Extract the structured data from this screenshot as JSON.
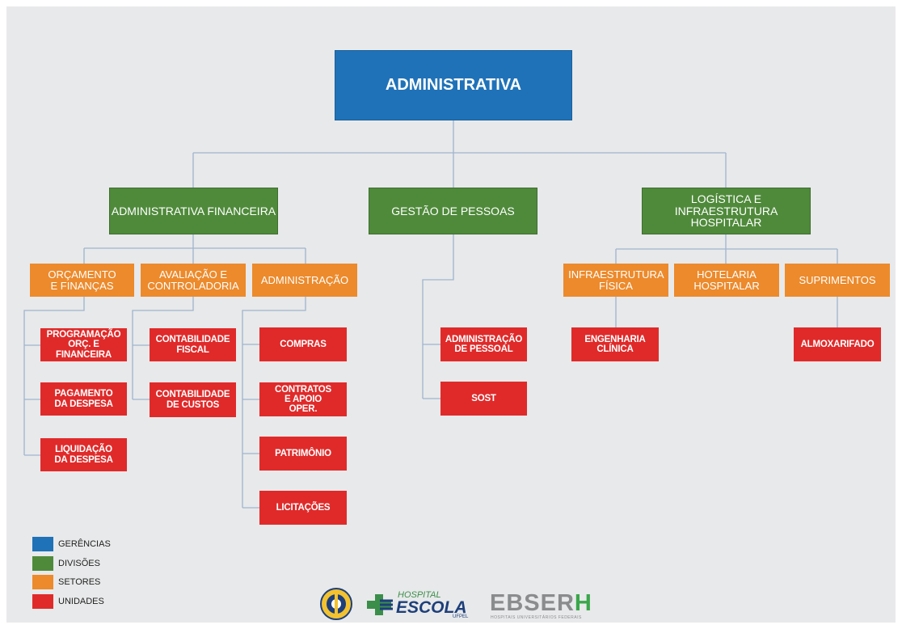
{
  "chart": {
    "root": "ADMINISTRATIVA",
    "divisions": {
      "financeira": "ADMINISTRATIVA FINANCEIRA",
      "pessoas": "GESTÃO DE PESSOAS",
      "logistica": "LOGÍSTICA E INFRAESTRUTURA HOSPITALAR"
    },
    "sectors": {
      "orcamento": "ORÇAMENTO E FINANÇAS",
      "avaliacao": "AVALIAÇÃO E CONTROLADORIA",
      "administracao": "ADMINISTRAÇÃO",
      "infraestrutura": "INFRAESTRUTURA FÍSICA",
      "hotelaria": "HOTELARIA HOSPITALAR",
      "suprimentos": "SUPRIMENTOS"
    },
    "units": {
      "programacao": "PROGRAMAÇÃO ORÇ. E FINANCEIRA",
      "pagamento": "PAGAMENTO DA DESPESA",
      "liquidacao": "LIQUIDAÇÃO DA DESPESA",
      "contabilidade_fiscal": "CONTABILIDADE FISCAL",
      "contabilidade_custos": "CONTABILIDADE DE CUSTOS",
      "compras": "COMPRAS",
      "contratos": "CONTRATOS E APOIO OPER.",
      "patrimonio": "PATRIMÔNIO",
      "licitacoes": "LICITAÇÕES",
      "adm_pessoal": "ADMINISTRAÇÃO DE PESSOAL",
      "sost": "SOST",
      "engenharia": "ENGENHARIA CLÍNICA",
      "almoxarifado": "ALMOXARIFADO"
    }
  },
  "legend": [
    {
      "label": "GERÊNCIAS",
      "color": "#1f72b8"
    },
    {
      "label": "DIVISÕES",
      "color": "#4f8a3b"
    },
    {
      "label": "SETORES",
      "color": "#ec8a2c"
    },
    {
      "label": "UNIDADES",
      "color": "#e02a2a"
    }
  ],
  "logos": {
    "hospital_small": "HOSPITAL",
    "hospital_big": "ESCOLA",
    "hospital_sub": "UFPEL",
    "ebserh_main": "EBSER",
    "ebserh_h": "H",
    "ebserh_sub": "HOSPITAIS UNIVERSITÁRIOS FEDERAIS"
  },
  "colors": {
    "connector": "#9fb4cf",
    "ebserh_gray": "#8a8c8e",
    "ebserh_green": "#3aa64a",
    "hospital_green": "#3b8e4a",
    "hospital_navy": "#1d3f7a"
  }
}
